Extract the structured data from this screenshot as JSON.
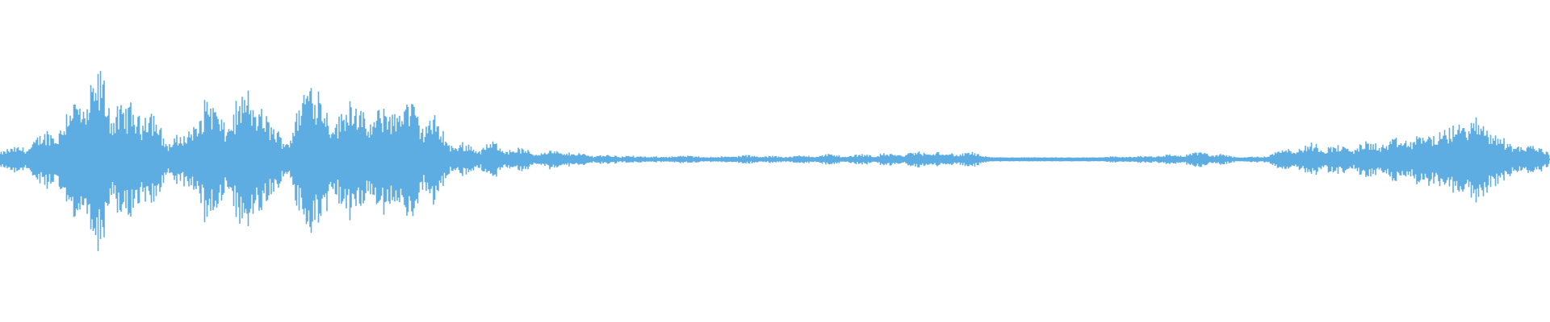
{
  "waveform": {
    "color": "#5dade2",
    "background": "#ffffff",
    "amplitude_envelope": [
      0.08,
      0.1,
      0.18,
      0.3,
      0.52,
      0.58,
      0.35,
      0.46,
      0.18,
      0.2,
      0.56,
      0.36,
      0.7,
      0.4,
      0.2,
      0.98,
      0.4,
      0.6,
      0.36,
      0.52,
      0.44,
      0.3,
      0.12,
      0.1,
      0.12,
      0.08,
      0.06,
      0.07,
      0.05,
      0.04,
      0.04,
      0.03,
      0.03,
      0.04,
      0.03,
      0.03,
      0.04,
      0.03,
      0.03,
      0.03,
      0.04,
      0.03,
      0.04,
      0.04,
      0.05,
      0.06,
      0.05,
      0.06,
      0.02,
      0.02,
      0.02,
      0.02,
      0.02,
      0.02,
      0.03,
      0.03,
      0.04,
      0.04,
      0.06,
      0.04,
      0.02,
      0.02,
      0.08,
      0.1,
      0.12,
      0.1,
      0.14,
      0.16,
      0.2,
      0.26,
      0.3,
      0.44,
      0.36,
      0.16,
      0.14,
      0.08
    ]
  }
}
